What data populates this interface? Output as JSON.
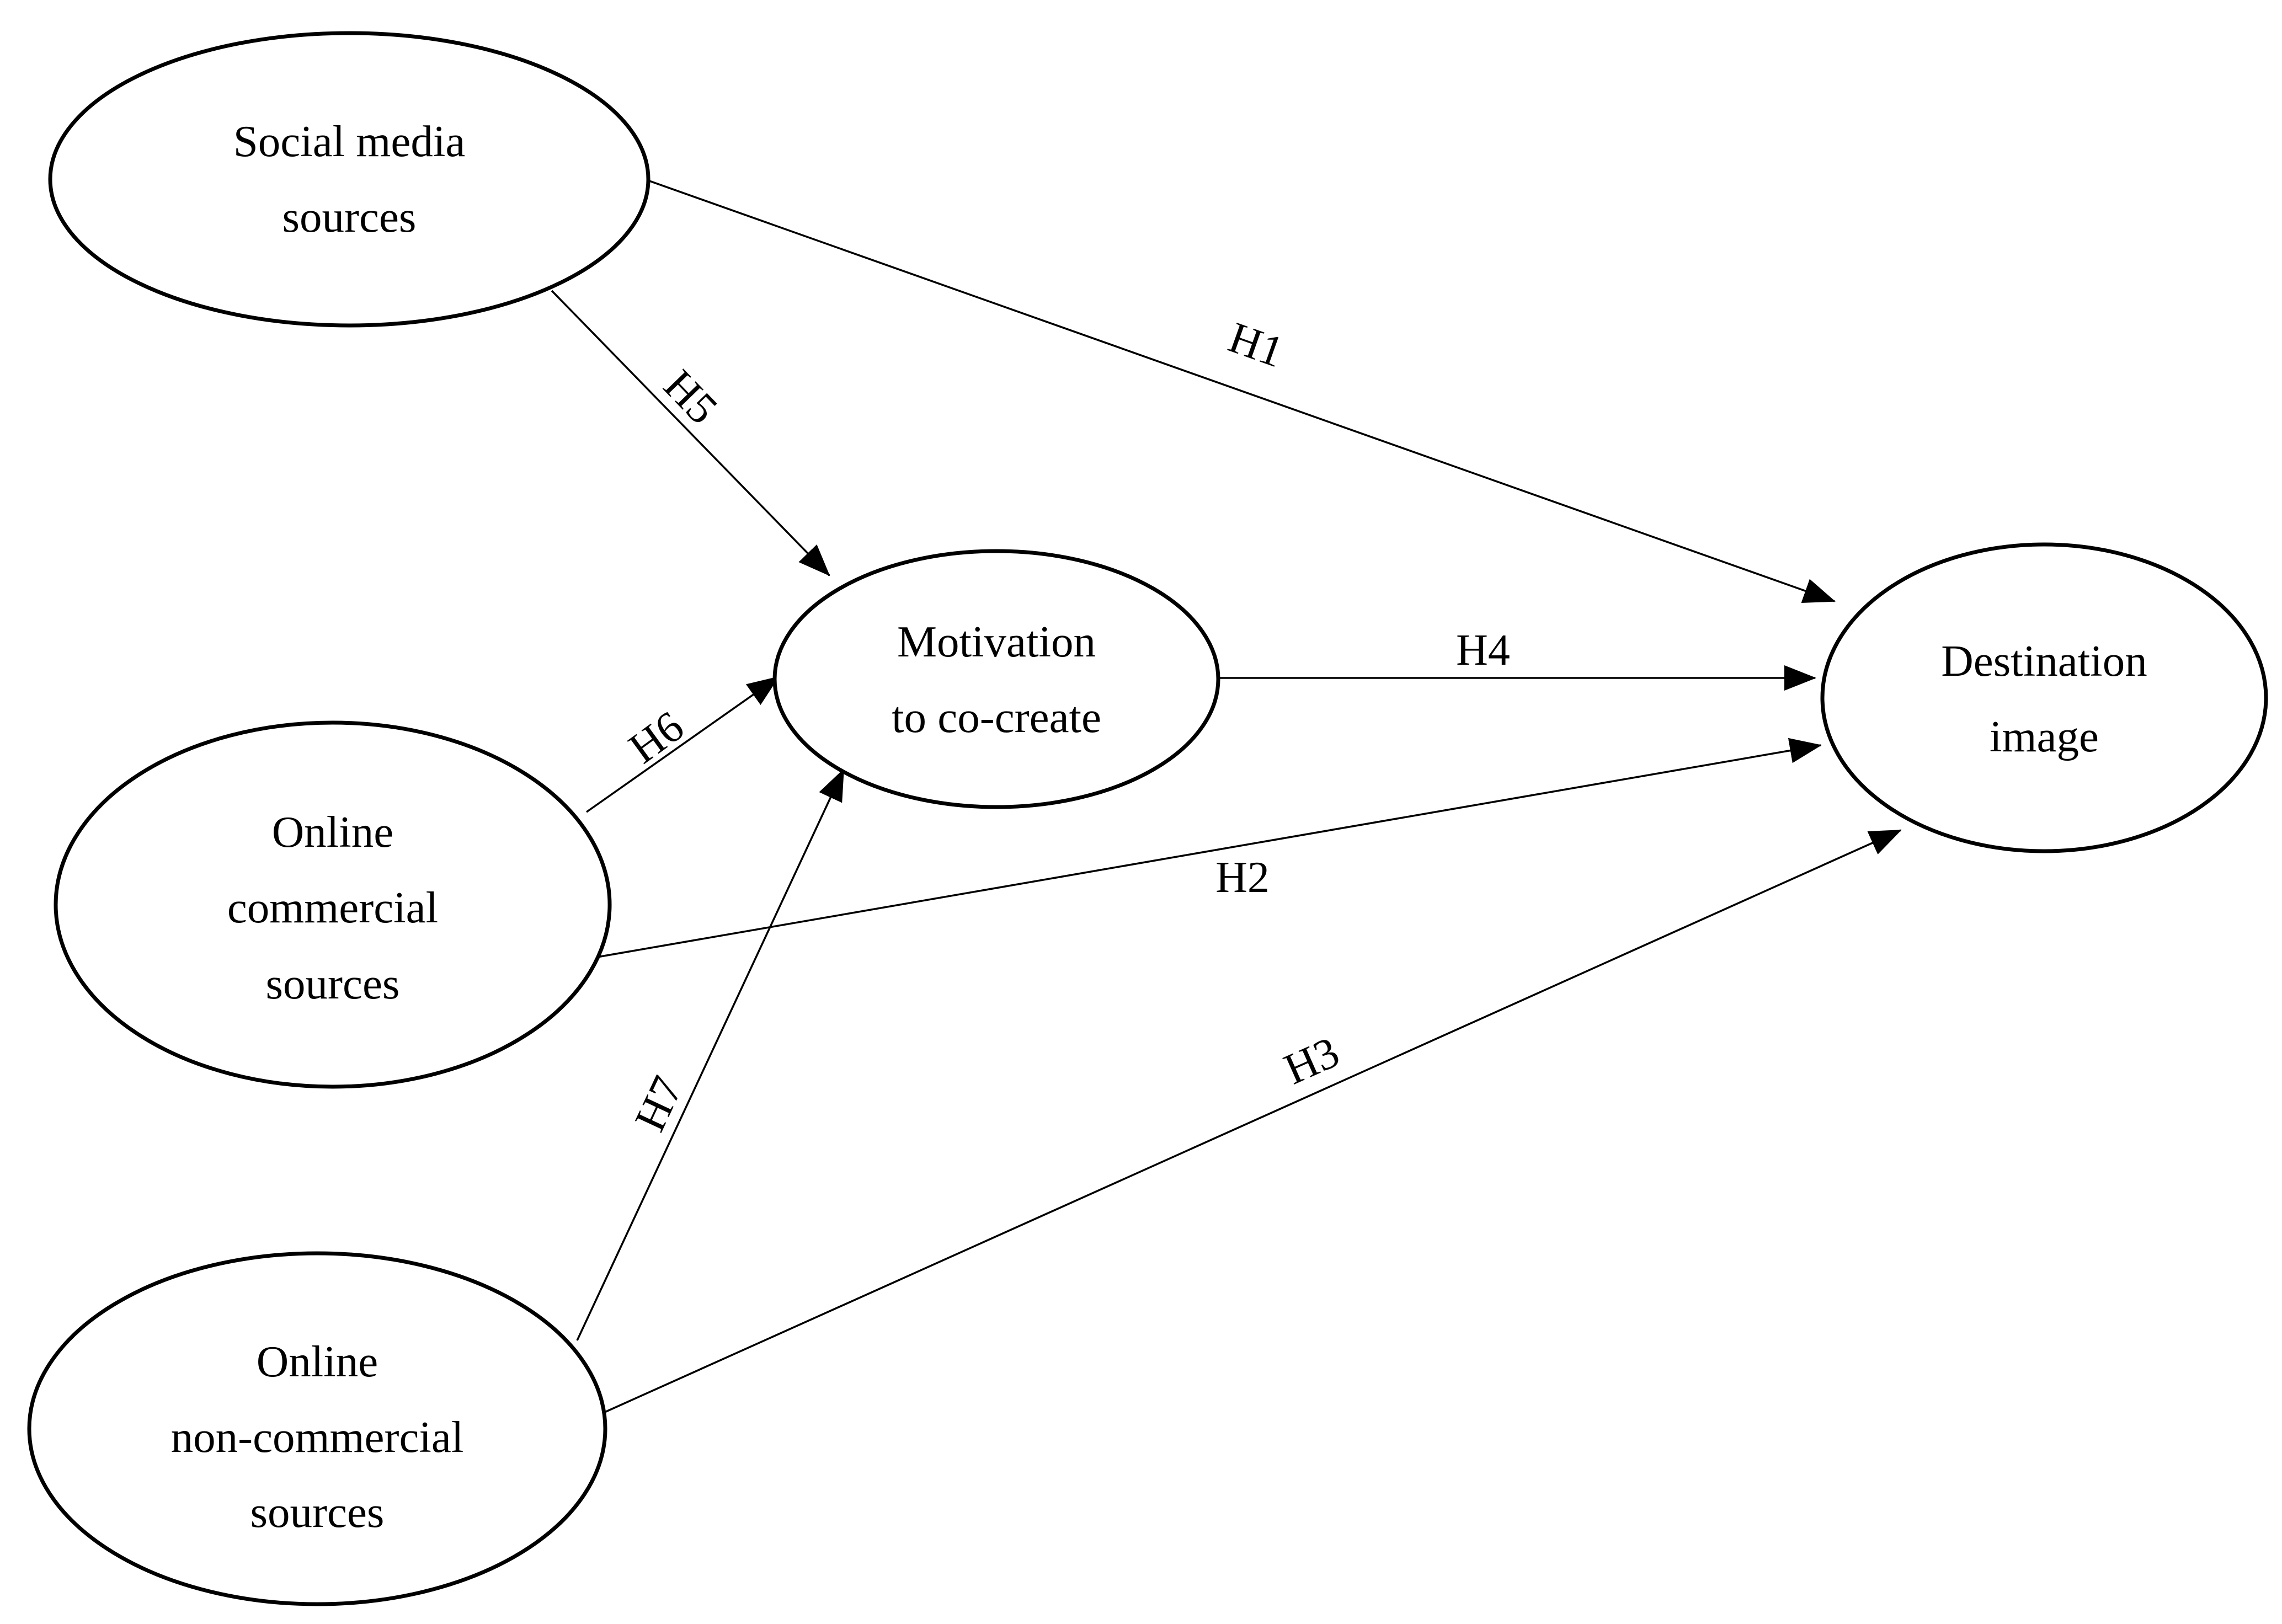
{
  "nodes": {
    "social": {
      "lines": [
        "Social media",
        "sources"
      ]
    },
    "commercial": {
      "lines": [
        "Online",
        "commercial",
        "sources"
      ]
    },
    "noncommercial": {
      "lines": [
        "Online",
        "non-commercial",
        "sources"
      ]
    },
    "motivation": {
      "lines": [
        "Motivation",
        "to co-create"
      ]
    },
    "destination": {
      "lines": [
        "Destination",
        "image"
      ]
    }
  },
  "edges": {
    "h1": {
      "label": "H1",
      "from": "Social media sources",
      "to": "Destination image"
    },
    "h2": {
      "label": "H2",
      "from": "Online commercial sources",
      "to": "Destination image"
    },
    "h3": {
      "label": "H3",
      "from": "Online non-commercial sources",
      "to": "Destination image"
    },
    "h4": {
      "label": "H4",
      "from": "Motivation to co-create",
      "to": "Destination image"
    },
    "h5": {
      "label": "H5",
      "from": "Social media sources",
      "to": "Motivation to co-create"
    },
    "h6": {
      "label": "H6",
      "from": "Online commercial sources",
      "to": "Motivation to co-create"
    },
    "h7": {
      "label": "H7",
      "from": "Online non-commercial sources",
      "to": "Motivation to co-create"
    }
  }
}
